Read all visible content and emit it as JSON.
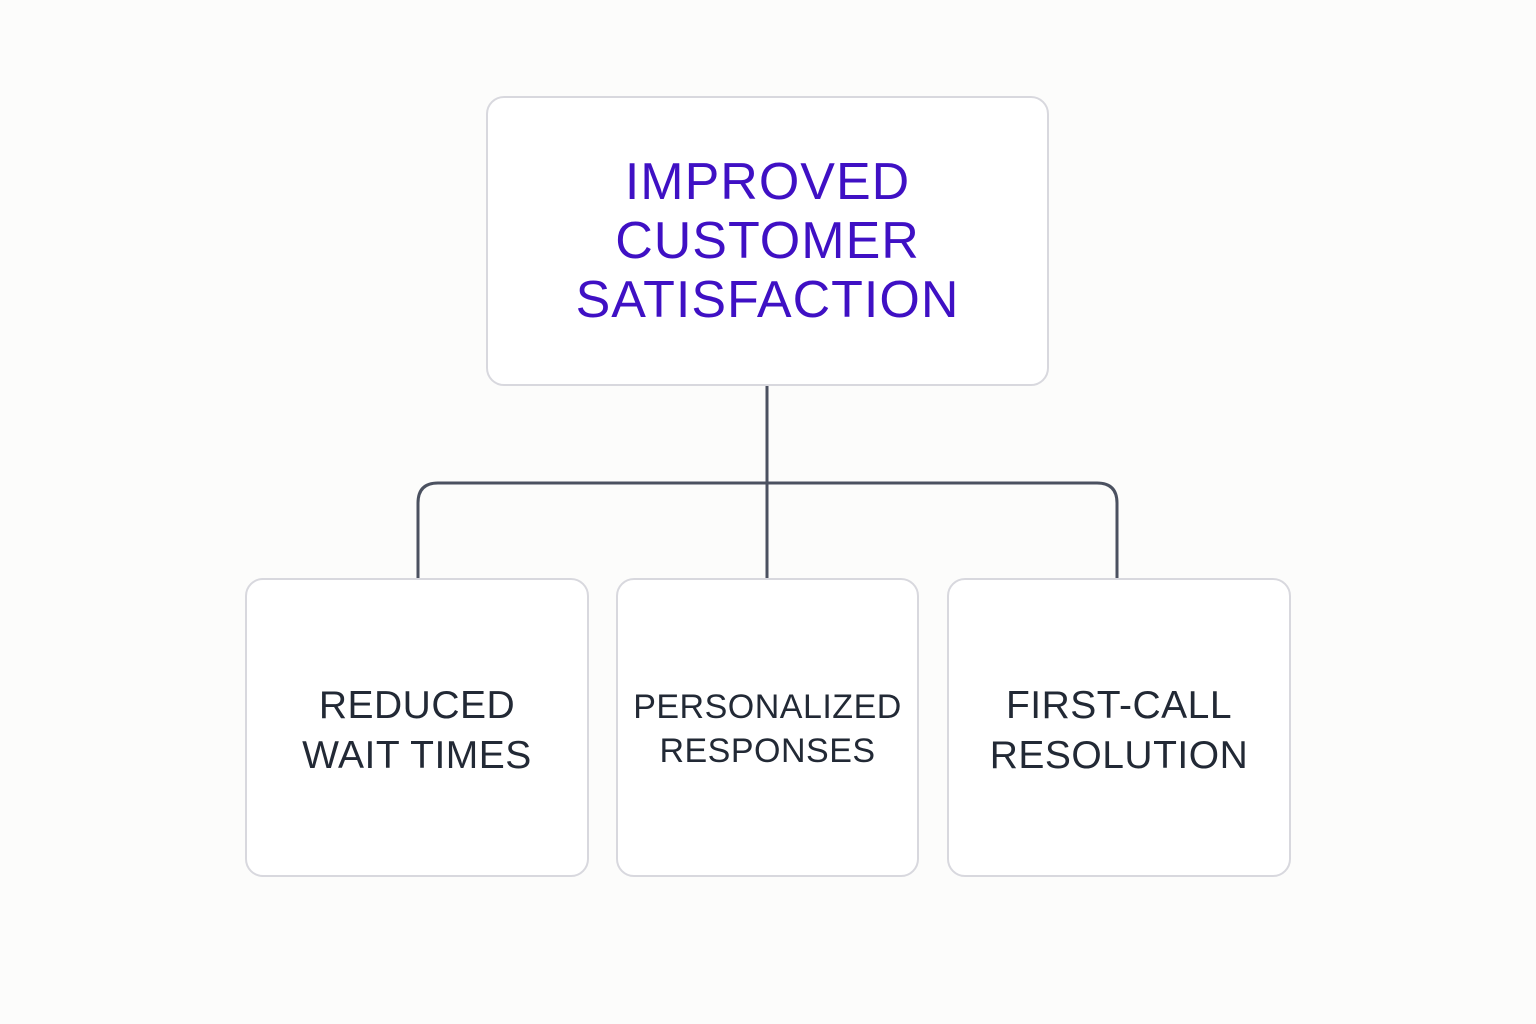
{
  "diagram": {
    "root": {
      "lines": [
        "IMPROVED",
        "CUSTOMER",
        "SATISFACTION"
      ]
    },
    "children": [
      {
        "lines": [
          "REDUCED",
          "WAIT TIMES"
        ]
      },
      {
        "lines": [
          "PERSONALIZED",
          "RESPONSES"
        ]
      },
      {
        "lines": [
          "FIRST-CALL",
          "RESOLUTION"
        ]
      }
    ]
  },
  "colors": {
    "background": "#fcfcfb",
    "box_border": "#d8d8de",
    "root_text": "#3f10c4",
    "child_text": "#222935",
    "connector": "#4b5160"
  }
}
